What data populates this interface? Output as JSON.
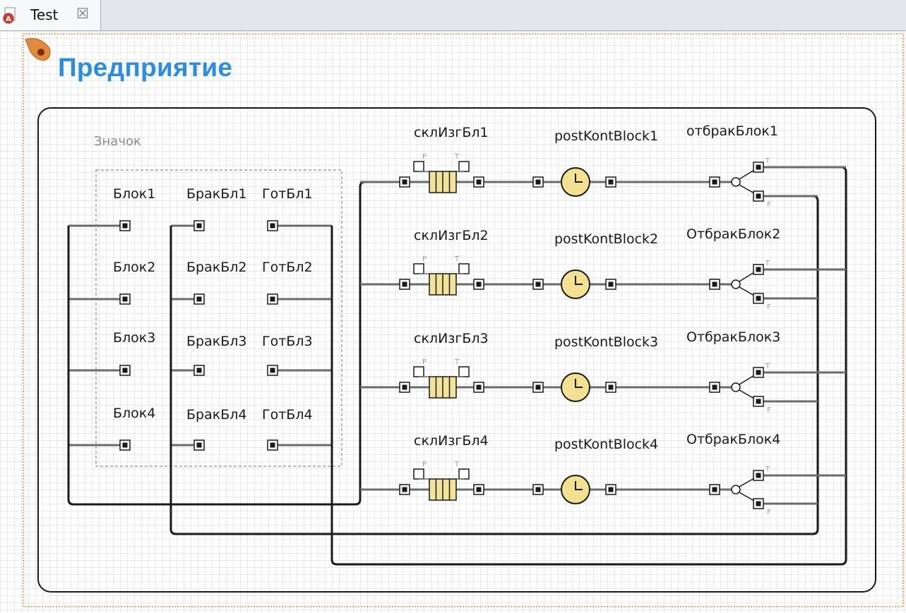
{
  "tab": {
    "title": "Test",
    "close_glyph": "☒",
    "icon": "agent-model-icon"
  },
  "page_title": "Предприятие",
  "icon_area_label": "Значок",
  "colors": {
    "title": "#2c8de0",
    "queue_fill": "#f1e39a",
    "delay_fill": "#f2e190",
    "connector": "#6b6b6b",
    "grid": "#e7e7e7",
    "selection_border": "#d9731f"
  },
  "left_ports": {
    "blocks": [
      "Блок1",
      "Блок2",
      "Блок3",
      "Блок4"
    ],
    "rejects": [
      "БракБл1",
      "БракБл2",
      "БракБл3",
      "БракБл4"
    ],
    "finished": [
      "ГотБл1",
      "ГотБл2",
      "ГотБл3",
      "ГотБл4"
    ]
  },
  "chains": [
    {
      "queue": "склИзгБл1",
      "delay": "postKontBlock1",
      "select": "отбракБлок1"
    },
    {
      "queue": "склИзгБл2",
      "delay": "postKontBlock2",
      "select": "ОтбракБлок2"
    },
    {
      "queue": "склИзгБл3",
      "delay": "postKontBlock3",
      "select": "ОтбракБлок3"
    },
    {
      "queue": "склИзгБл4",
      "delay": "postKontBlock4",
      "select": "ОтбракБлок4"
    }
  ],
  "queue_port_letters": {
    "preempt": "P",
    "timeout": "T"
  },
  "select_output_letters": {
    "true": "T",
    "false": "F"
  }
}
